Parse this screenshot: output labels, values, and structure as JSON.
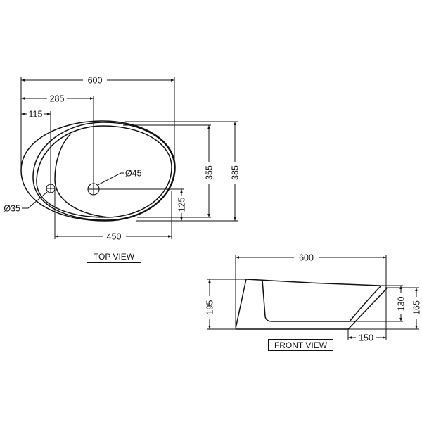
{
  "drawing": {
    "colors": {
      "line": "#111111",
      "background": "#ffffff"
    },
    "top_view": {
      "label": "TOP VIEW",
      "dimensions": {
        "overall_width": "600",
        "drain_offset": "285",
        "overflow_offset": "115",
        "basin_width": "450",
        "basin_depth": "355",
        "overall_depth": "385",
        "drain_to_edge": "125"
      },
      "annotations": {
        "drain_diameter": "Ø45",
        "overflow_diameter": "Ø35"
      }
    },
    "front_view": {
      "label": "FRONT VIEW",
      "dimensions": {
        "overall_width": "600",
        "height_left": "195",
        "inner_height_right": "130",
        "outer_height_right": "165",
        "slope_width": "150"
      }
    }
  }
}
